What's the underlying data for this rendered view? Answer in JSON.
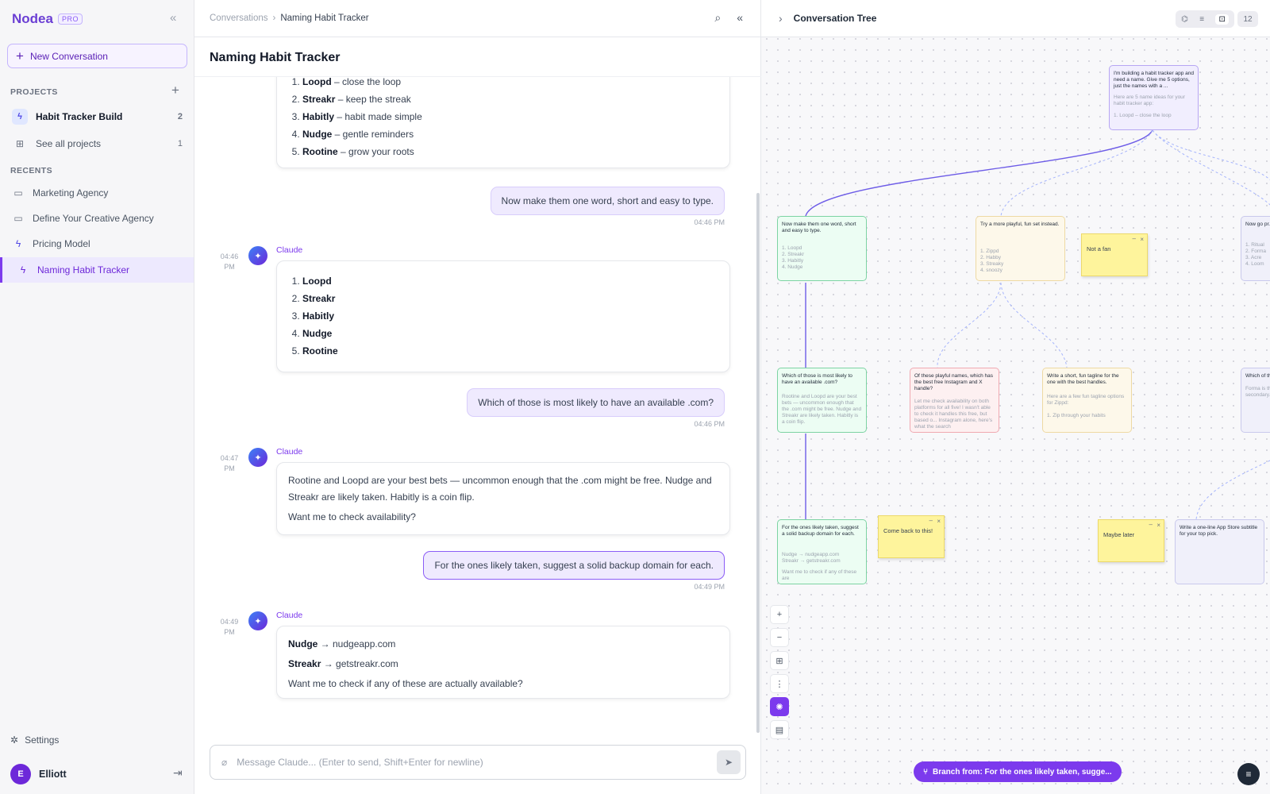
{
  "sidebar": {
    "brand": "Nodea",
    "badge": "PRO",
    "new_conversation": "New Conversation",
    "projects_label": "PROJECTS",
    "projects": [
      {
        "label": "Habit Tracker Build",
        "count": "2"
      },
      {
        "label": "See all projects",
        "count": "1"
      }
    ],
    "recents_label": "RECENTS",
    "recents": [
      {
        "label": "Marketing Agency"
      },
      {
        "label": "Define Your Creative Agency"
      },
      {
        "label": "Pricing Model"
      },
      {
        "label": "Naming Habit Tracker"
      }
    ],
    "settings": "Settings",
    "user_initial": "E",
    "user_name": "Elliott"
  },
  "chat": {
    "breadcrumb_root": "Conversations",
    "breadcrumb_current": "Naming Habit Tracker",
    "title": "Naming Habit Tracker",
    "first_list": [
      {
        "name": "Loopd",
        "desc": " – close the loop"
      },
      {
        "name": "Streakr",
        "desc": " – keep the streak"
      },
      {
        "name": "Habitly",
        "desc": " – habit made simple"
      },
      {
        "name": "Nudge",
        "desc": " – gentle reminders"
      },
      {
        "name": "Rootine",
        "desc": " – grow your roots"
      }
    ],
    "user_msg_1": "Now make them one word, short and easy to type.",
    "user_msg_1_time": "04:46 PM",
    "bot_name": "Claude",
    "bot_1_time": "04:46 PM",
    "bot_1_list": [
      "Loopd",
      "Streakr",
      "Habitly",
      "Nudge",
      "Rootine"
    ],
    "user_msg_2": "Which of those is most likely to have an available .com?",
    "user_msg_2_time": "04:46 PM",
    "bot_2_time": "04:47 PM",
    "bot_2_p1": "Rootine and Loopd are your best bets — uncommon enough that the .com might be free. Nudge and Streakr are likely taken. Habitly is a coin flip.",
    "bot_2_p2": "Want me to check availability?",
    "user_msg_3": "For the ones likely taken, suggest a solid backup domain for each.",
    "user_msg_3_time": "04:49 PM",
    "bot_3_time": "04:49 PM",
    "bot_3_line1_name": "Nudge",
    "bot_3_line1_rest": " → nudgeapp.com",
    "bot_3_line2_name": "Streakr",
    "bot_3_line2_rest": " → getstreakr.com",
    "bot_3_p": "Want me to check if any of these are actually available?",
    "composer_placeholder": "Message Claude... (Enter to send, Shift+Enter for newline)"
  },
  "tree": {
    "title": "Conversation Tree",
    "node_count": "12",
    "nodes": {
      "root_q": "I'm building a habit tracker app and need a name. Give me 5 options, just the names with a ...",
      "root_a1": "Here are 5 name ideas for your habit tracker app:",
      "root_a2": "1. Loopd – close the loop",
      "n1_q": "Now make them one word, short and easy to type.",
      "n1_a": [
        "1. Loopd",
        "2. Streakr",
        "3. Habitly",
        "4. Nudge"
      ],
      "n2_q": "Try a more playful, fun set instead.",
      "n2_a": [
        "1. Zippd",
        "2. Habby",
        "3. Streaky",
        "4. snoozy"
      ],
      "n3_q": "Now go pr... kind of nam...",
      "n3_a": [
        "1. Ritual",
        "2. Forma",
        "3. Acre",
        "4. Loom"
      ],
      "n4_q": "Which of those is most likely to have an available .com?",
      "n4_a": "Rootine and Loopd are your best bets — uncommon enough that the .com might be free. Nudge and Streakr are likely taken. Habitly is a coin flip.",
      "n5_q": "Of these playful names, which has the best free Instagram and X handle?",
      "n5_a": "Let me check availability on both platforms for all five! I wasn't able to check it handles this free, but based o... Instagram alone, here's what the search",
      "n6_q": "Write a short, fun tagline for the one with the best handles.",
      "n6_a1": "Here are a few fun tagline options for Zippd:",
      "n6_a2": "1. Zip through your habits",
      "n7_q": "Which of th... a clean log...",
      "n7_a": "Forma is th... (formlo.co... secondary... ) horizontal",
      "n8_q": "For the ones likely taken, suggest a solid backup domain for each.",
      "n8_a": [
        "Nudge → nudgeapp.com",
        "Streakr → getstreakr.com",
        "",
        "Want me to check if any of these are"
      ],
      "n9_q": "Write a one-line App Store subtitle for your top pick."
    },
    "stickies": [
      "Not a fan",
      "Come back to this!",
      "Maybe later"
    ],
    "branch_label": "Branch from: For the ones likely taken, sugge..."
  }
}
